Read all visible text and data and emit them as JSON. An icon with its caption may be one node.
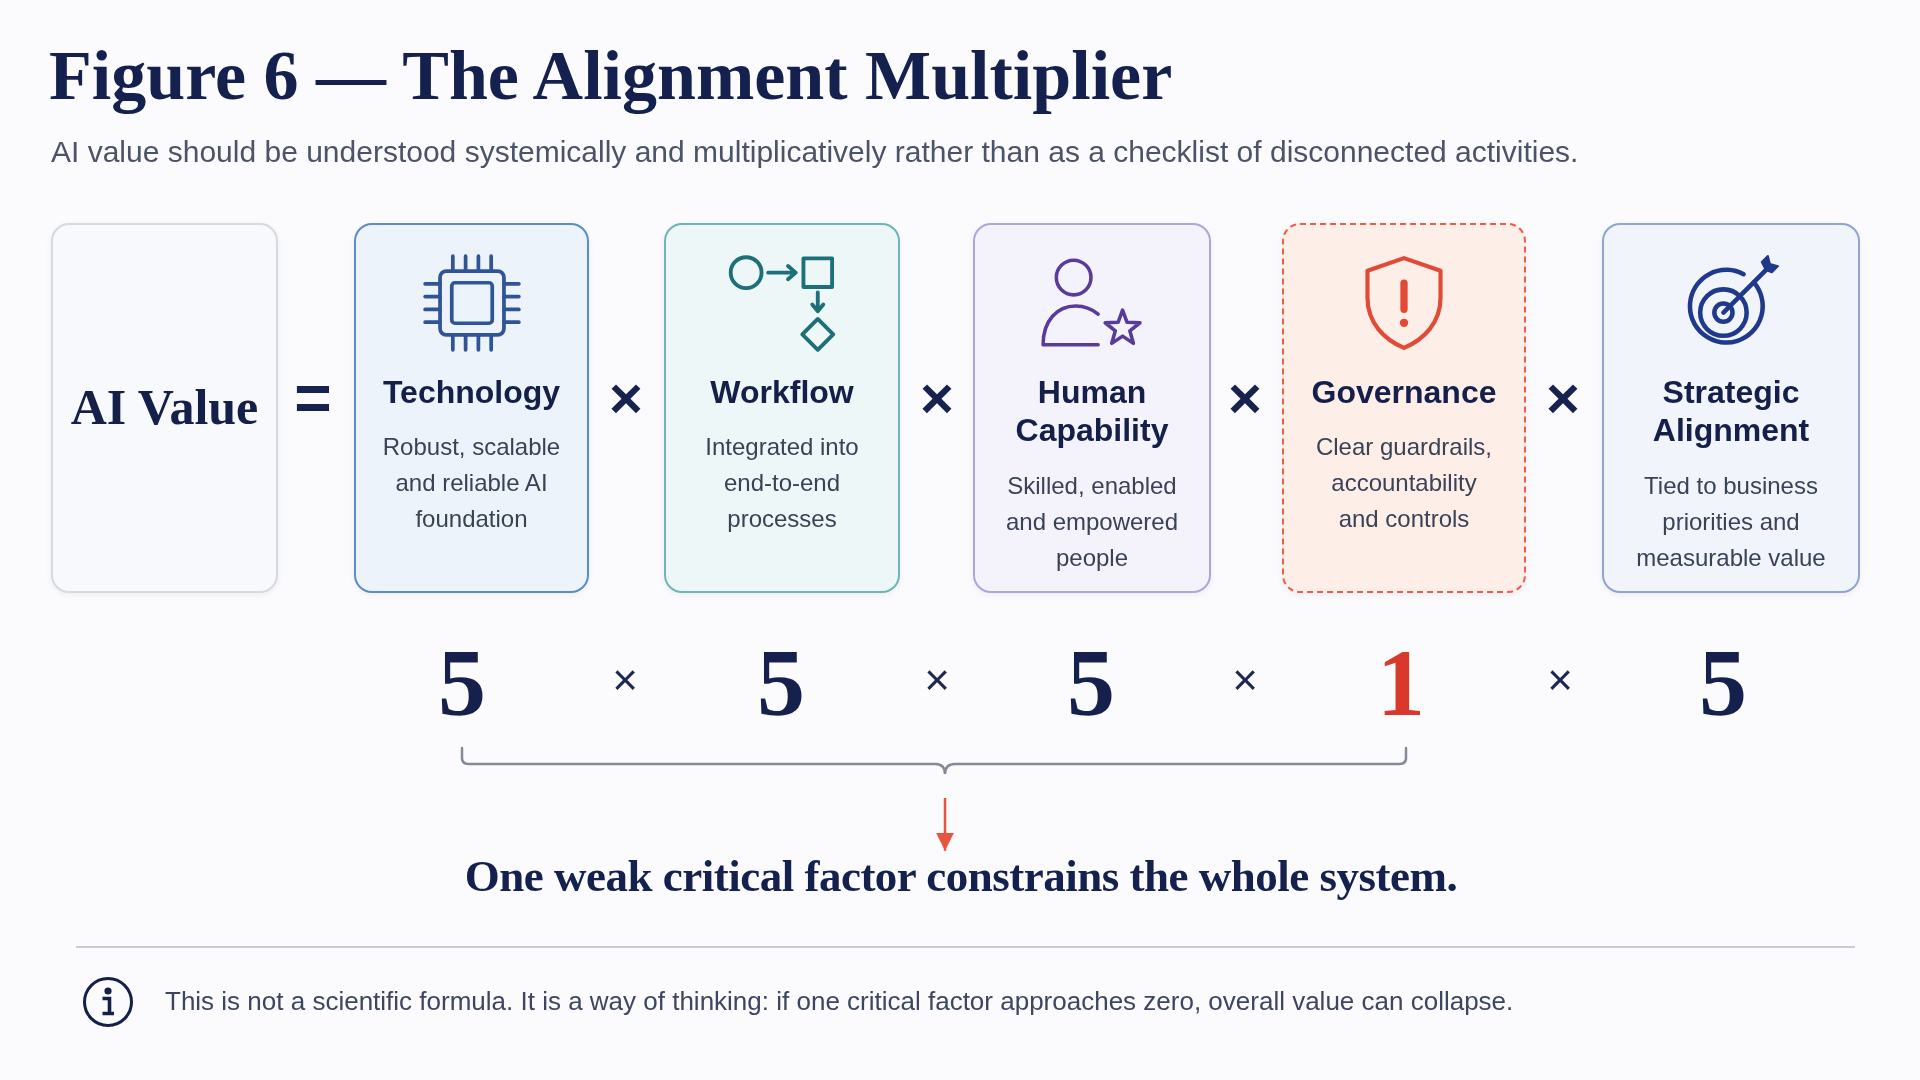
{
  "diagram": {
    "title": "Figure 6 — The Alignment Multiplier",
    "nodes": [
      {
        "text": [
          "AI Value"
        ]
      },
      {
        "text": [
          "Technology",
          "Robust, scalable and reliable AI foundation"
        ]
      },
      {
        "text": [
          "Workflow",
          "Integrated into end-to-end processes"
        ]
      },
      {
        "text": [
          "Human Capability",
          "Skilled, enabled and empowered people"
        ]
      },
      {
        "text": [
          "Governance",
          "Clear guardrails, accountability and controls"
        ]
      },
      {
        "text": [
          "Strategic Alignment",
          "Tied to business priorities and measurable value"
        ]
      },
      {
        "text": [
          "One weak critical factor constrains the whole system."
        ]
      }
    ],
    "edges": [
      {
        "from": null,
        "to": 6,
        "arrow": "to",
        "color": "#e8553f"
      }
    ],
    "labels": [
      "AI value should be understood systemically and multiplicatively rather than as a checklist of disconnected activities.",
      "=",
      "×",
      "×",
      "×",
      "×",
      "5",
      "×",
      "5",
      "×",
      "5",
      "×",
      "1",
      "×",
      "5",
      "This is not a scientific formula. It is a way of thinking: if one critical factor approaches zero, overall value can collapse."
    ]
  }
}
